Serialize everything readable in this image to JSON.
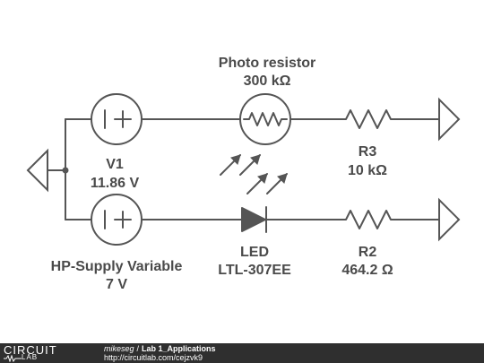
{
  "components": {
    "photo_resistor": {
      "name": "Photo resistor",
      "value": "300 kΩ"
    },
    "v1": {
      "name": "V1",
      "value": "11.86 V"
    },
    "r3": {
      "name": "R3",
      "value": "10 kΩ"
    },
    "hp_supply": {
      "name": "HP-Supply Variable",
      "value": "7 V"
    },
    "led": {
      "name": "LED",
      "value": "LTL-307EE"
    },
    "r2": {
      "name": "R2",
      "value": "464.2 Ω"
    }
  },
  "footer": {
    "logo_top": "CIRCUIT",
    "logo_bottom": "LAB",
    "author": "mikeseg",
    "separator": "/",
    "title": "Lab 1_Applications",
    "url": "http://circuitlab.com/cejzvk9"
  },
  "colors": {
    "line": "#555555",
    "text": "#4a4a4a",
    "footer_bg": "#2f2f2f"
  }
}
